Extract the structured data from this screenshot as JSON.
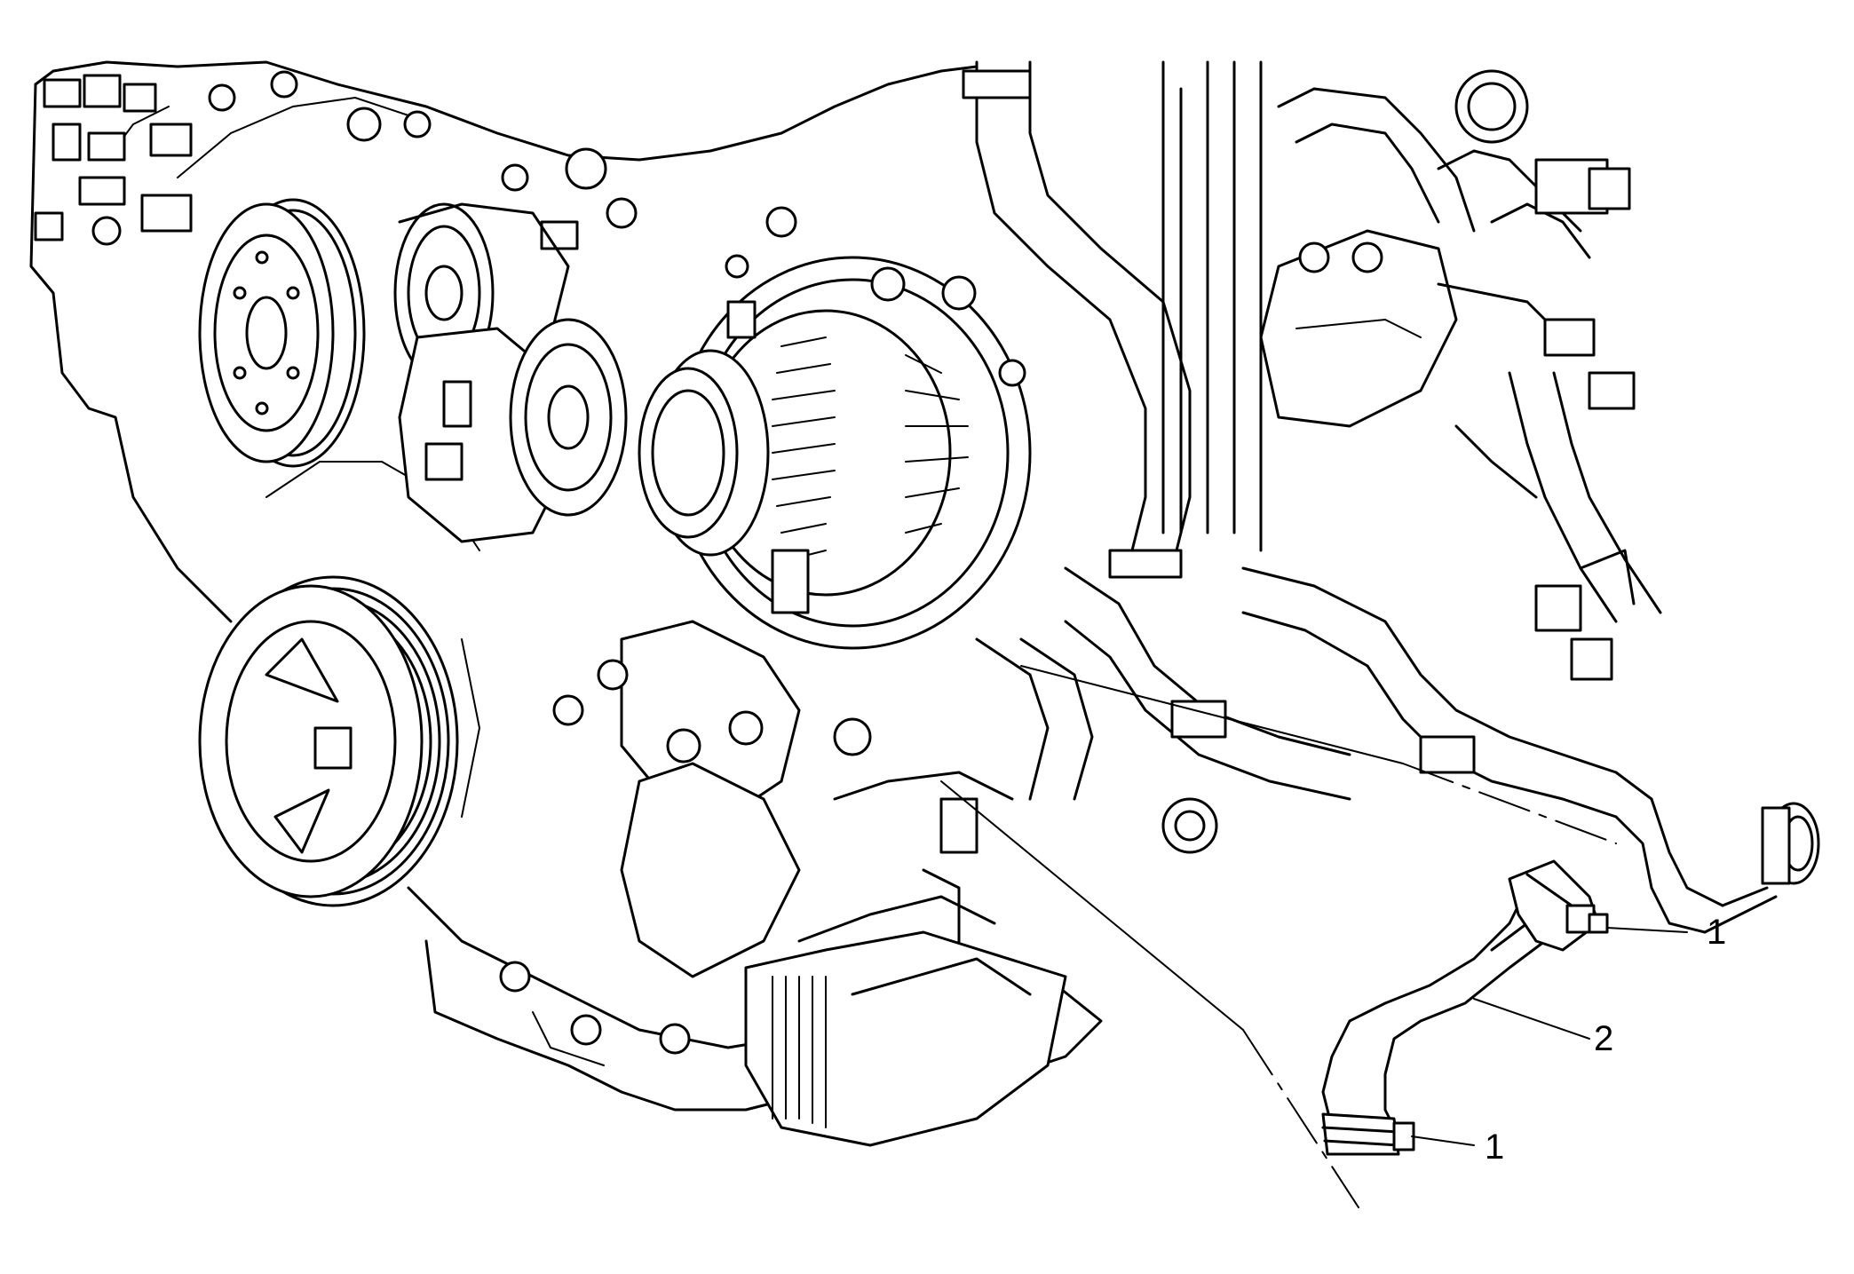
{
  "figure": {
    "callouts": [
      {
        "id": "clamp-upper",
        "label": "1"
      },
      {
        "id": "hose",
        "label": "2"
      },
      {
        "id": "clamp-lower",
        "label": "1"
      }
    ]
  },
  "colors": {
    "line": "#000000",
    "background": "#ffffff"
  }
}
